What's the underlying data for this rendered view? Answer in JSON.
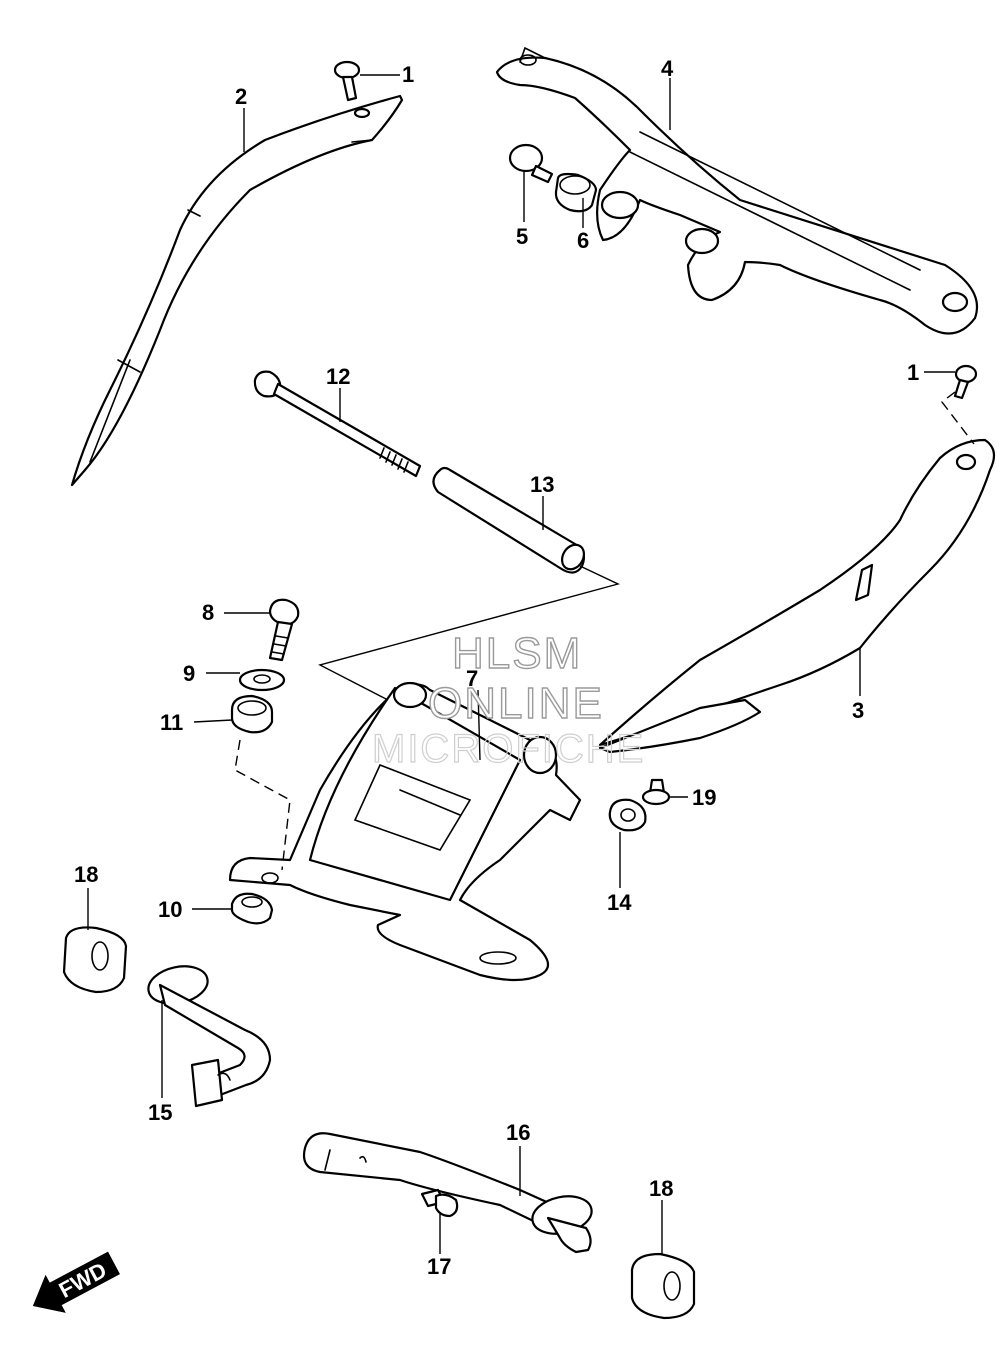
{
  "watermark": {
    "line1": "HLSM",
    "line2": "ONLINE",
    "line3": "MICROFICHE"
  },
  "direction_arrow": {
    "label": "FWD",
    "icon": "arrow-forward-icon"
  },
  "callouts": {
    "c1a": "1",
    "c1b": "1",
    "c2": "2",
    "c3": "3",
    "c4": "4",
    "c5": "5",
    "c6": "6",
    "c7": "7",
    "c8": "8",
    "c9": "9",
    "c10": "10",
    "c11": "11",
    "c12": "12",
    "c13": "13",
    "c14": "14",
    "c15": "15",
    "c16": "16",
    "c17": "17",
    "c18a": "18",
    "c18b": "18",
    "c19": "19"
  }
}
